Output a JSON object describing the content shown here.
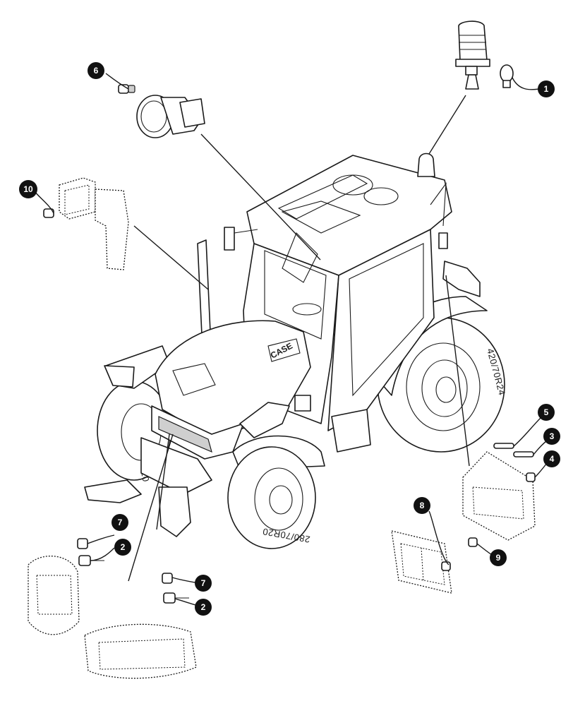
{
  "diagram": {
    "brand_label": "CASE",
    "rear_tyre_label": "420/70R24",
    "front_tyre_label": "280/70R20",
    "front_tyre_partial_label": "20"
  },
  "callouts": [
    {
      "id": "c1",
      "label": "1"
    },
    {
      "id": "c2a",
      "label": "2"
    },
    {
      "id": "c2b",
      "label": "2"
    },
    {
      "id": "c3",
      "label": "3"
    },
    {
      "id": "c4",
      "label": "4"
    },
    {
      "id": "c5",
      "label": "5"
    },
    {
      "id": "c6",
      "label": "6"
    },
    {
      "id": "c7a",
      "label": "7"
    },
    {
      "id": "c7b",
      "label": "7"
    },
    {
      "id": "c8",
      "label": "8"
    },
    {
      "id": "c9",
      "label": "9"
    },
    {
      "id": "c10",
      "label": "10"
    }
  ]
}
